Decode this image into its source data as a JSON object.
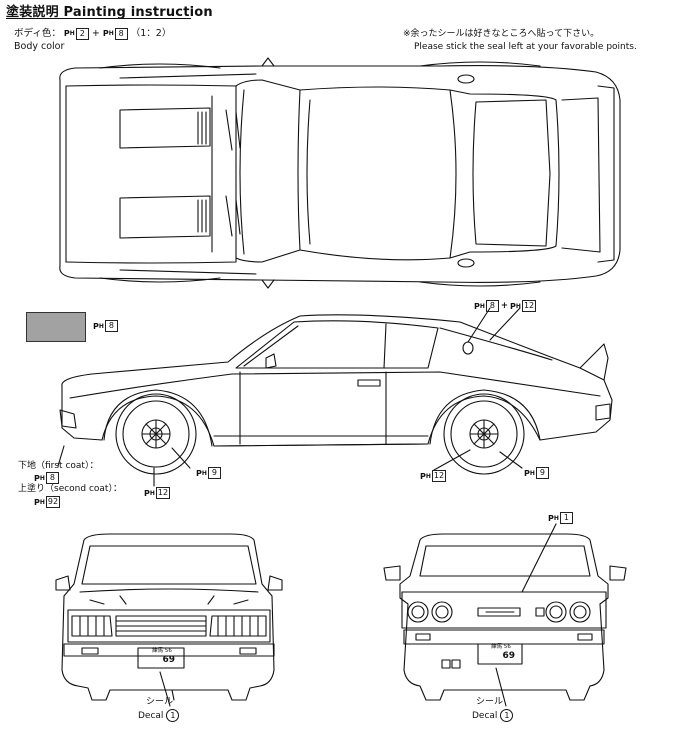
{
  "title": {
    "jp": "塗装説明",
    "en": "Painting instruction"
  },
  "body_color": {
    "jp_prefix": "ボディ色：",
    "formula_codes": [
      {
        "prefix": "P",
        "suffix": "H",
        "num": "2"
      },
      {
        "prefix": "P",
        "suffix": "H",
        "num": "8"
      }
    ],
    "formula_plus": "+",
    "ratio": "（1：2）",
    "en": "Body color"
  },
  "seal_note": {
    "jp": "※余ったシールは好きなところへ貼って下さい。",
    "en": "Please stick the seal left at your favorable points."
  },
  "swatch": {
    "color": "#a2a2a2",
    "code": {
      "prefix": "P",
      "suffix": "H",
      "num": "8"
    }
  },
  "callouts": {
    "side_top_a": {
      "prefix": "P",
      "suffix": "H",
      "num": "8"
    },
    "side_top_plus": "+",
    "side_top_b": {
      "prefix": "P",
      "suffix": "H",
      "num": "12"
    },
    "front_wheel_rim": {
      "prefix": "P",
      "suffix": "H",
      "num": "9"
    },
    "front_wheel_hub": {
      "prefix": "P",
      "suffix": "H",
      "num": "12"
    },
    "rear_wheel_hub": {
      "prefix": "P",
      "suffix": "H",
      "num": "12"
    },
    "rear_wheel_rim": {
      "prefix": "P",
      "suffix": "H",
      "num": "9"
    },
    "first_coat_label": "下地（first coat）：",
    "first_coat_code": {
      "prefix": "P",
      "suffix": "H",
      "num": "8"
    },
    "second_coat_label": "上塗り（second coat）：",
    "second_coat_code": {
      "prefix": "P",
      "suffix": "H",
      "num": "92"
    },
    "rear_panel": {
      "prefix": "P",
      "suffix": "H",
      "num": "1"
    }
  },
  "decals": {
    "front": {
      "jp": "シール",
      "en": "Decal",
      "num": "1"
    },
    "rear": {
      "jp": "シール",
      "en": "Decal",
      "num": "1"
    }
  },
  "plates": {
    "front_line1": "練馬 56",
    "front_line2": "69",
    "rear_line1": "練馬 56",
    "rear_line2": "69"
  }
}
